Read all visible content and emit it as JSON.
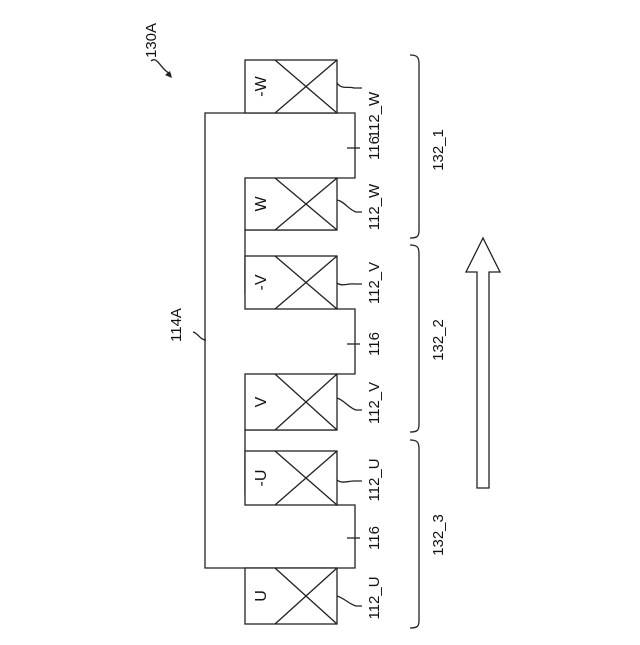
{
  "figure": {
    "ref_main": "130A",
    "core_label": "114A",
    "coils": [
      {
        "phase": "-W",
        "ref": "112_W"
      },
      {
        "phase": "W",
        "ref": "112_W"
      },
      {
        "phase": "-V",
        "ref": "112_V"
      },
      {
        "phase": "V",
        "ref": "112_V"
      },
      {
        "phase": "-U",
        "ref": "112_U"
      },
      {
        "phase": "U",
        "ref": "112_U"
      }
    ],
    "teeth": [
      {
        "ref": "116"
      },
      {
        "ref": "116"
      },
      {
        "ref": "116"
      }
    ],
    "groups": [
      {
        "label": "132_1"
      },
      {
        "label": "132_2"
      },
      {
        "label": "132_3"
      }
    ],
    "arrow": "direction-arrow"
  }
}
